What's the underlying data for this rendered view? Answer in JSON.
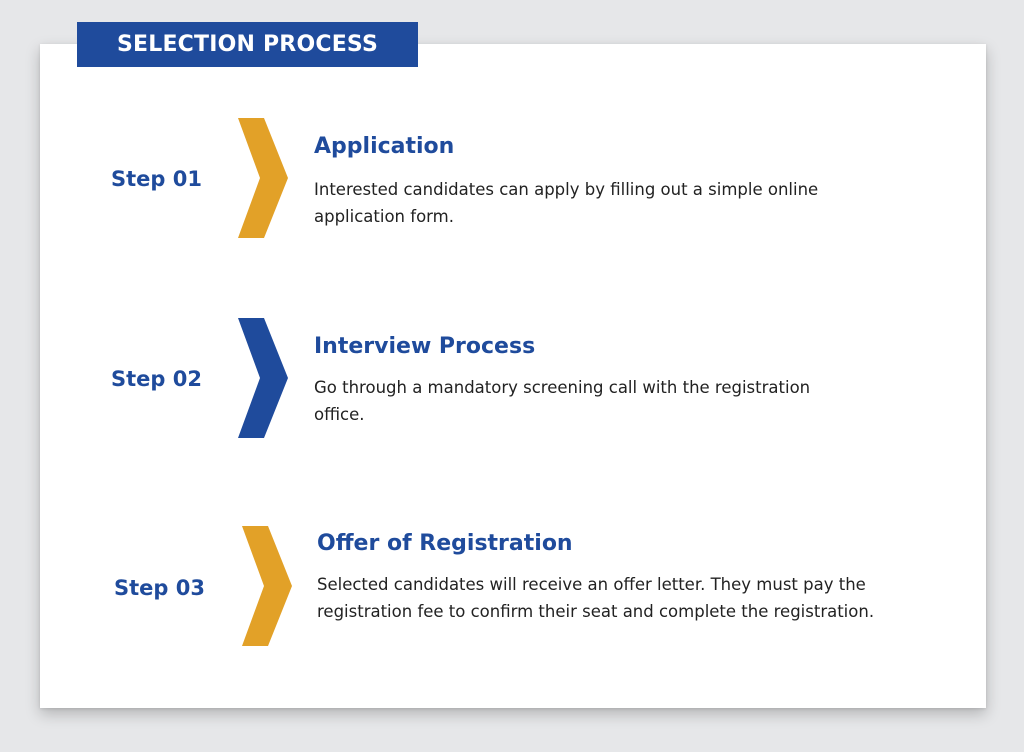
{
  "title": "SELECTION PROCESS",
  "colors": {
    "primary_blue": "#1f4b9c",
    "accent_orange": "#e2a128",
    "text_dark": "#222222",
    "card_background": "#ffffff",
    "page_background": "#e6e7e9"
  },
  "steps": [
    {
      "label": "Step 01",
      "heading": "Application",
      "description": "Interested candidates can apply by filling out a simple online application form.",
      "chevron_icon": "chevron-right-icon",
      "chevron_color": "#e2a128"
    },
    {
      "label": "Step 02",
      "heading": "Interview Process",
      "description": "Go through a mandatory screening call with the registration office.",
      "chevron_icon": "chevron-right-icon",
      "chevron_color": "#1f4b9c"
    },
    {
      "label": "Step 03",
      "heading": "Offer of Registration",
      "description": "Selected candidates will receive an offer letter. They must pay the registration fee to confirm their seat and complete the registration.",
      "chevron_icon": "chevron-right-icon",
      "chevron_color": "#e2a128"
    }
  ]
}
